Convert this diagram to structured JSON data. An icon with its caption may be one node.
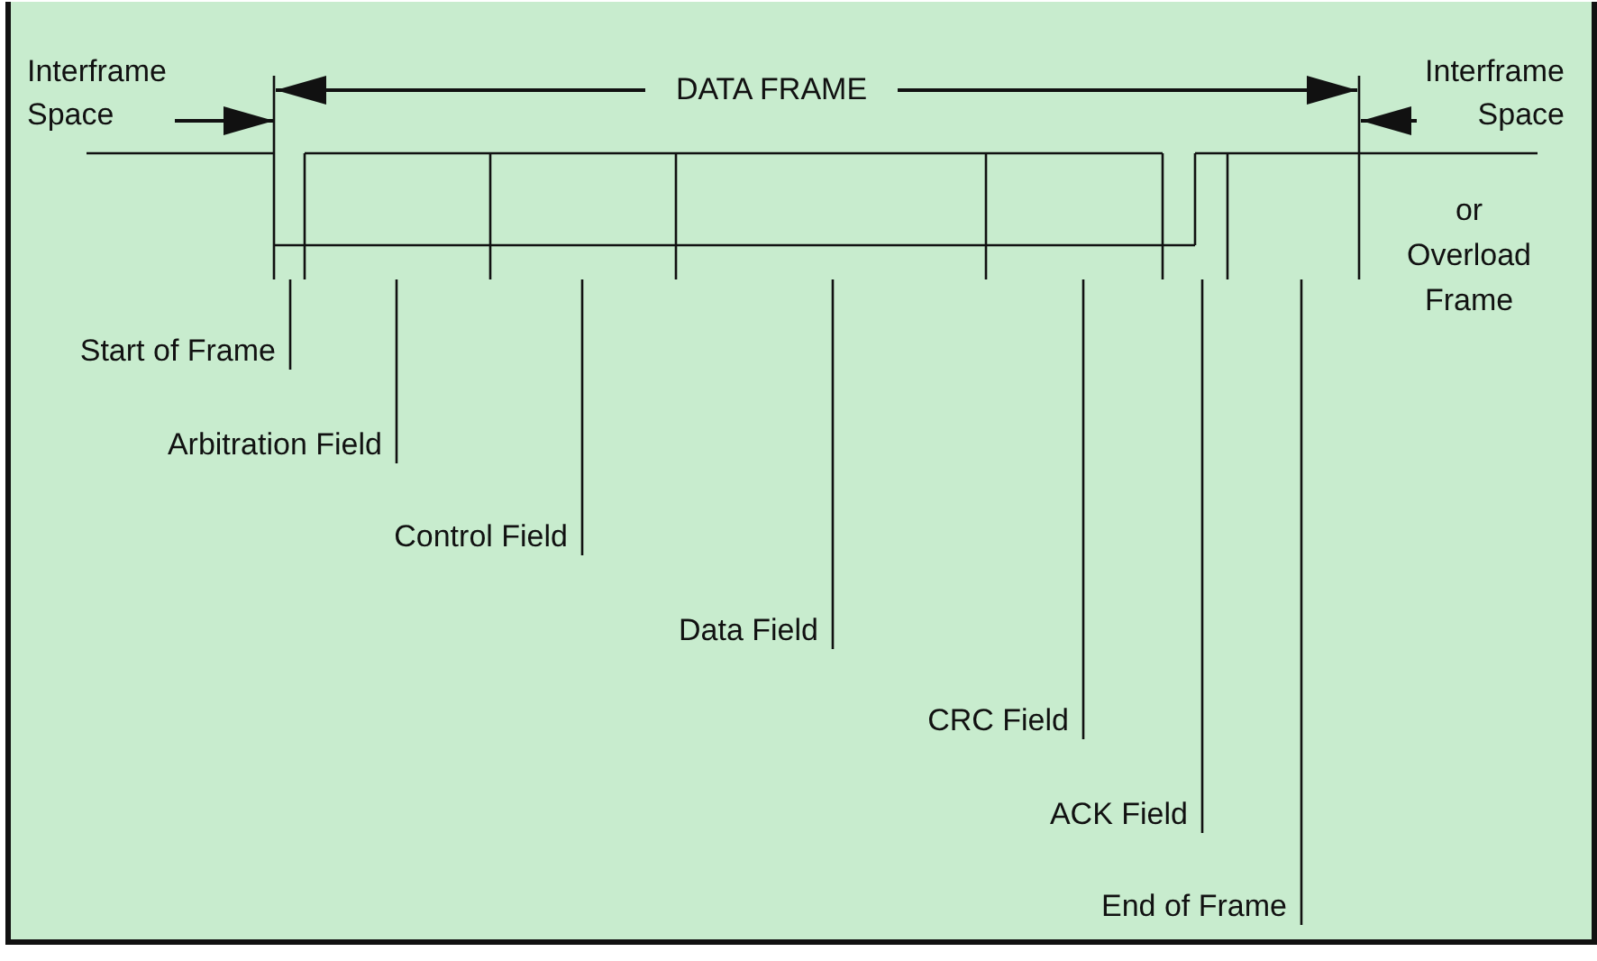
{
  "diagram": {
    "nodes": [
      {
        "text": [
          "Interframe Space"
        ]
      },
      {
        "text": [
          "DATA FRAME"
        ]
      },
      {
        "text": [
          "Interframe Space"
        ]
      },
      {
        "text": [
          "Start of Frame"
        ]
      },
      {
        "text": [
          "Arbitration Field"
        ]
      },
      {
        "text": [
          "Control Field"
        ]
      },
      {
        "text": [
          "Data Field"
        ]
      },
      {
        "text": [
          "CRC Field"
        ]
      },
      {
        "text": [
          "ACK Field"
        ]
      },
      {
        "text": [
          "End of Frame"
        ]
      }
    ],
    "edges": [
      {
        "from": 0,
        "to": null,
        "arrow": "to"
      },
      {
        "from": 1,
        "to": null,
        "arrow": "to"
      },
      {
        "from": 1,
        "to": null,
        "arrow": "to"
      },
      {
        "from": 2,
        "to": null,
        "arrow": "to"
      },
      {
        "from": 3,
        "to": null,
        "arrow": "none"
      },
      {
        "from": 4,
        "to": null,
        "arrow": "none"
      },
      {
        "from": 5,
        "to": null,
        "arrow": "none"
      },
      {
        "from": 6,
        "to": null,
        "arrow": "none"
      },
      {
        "from": 7,
        "to": null,
        "arrow": "none"
      },
      {
        "from": 8,
        "to": null,
        "arrow": "none"
      },
      {
        "from": 9,
        "to": null,
        "arrow": "none"
      }
    ],
    "labels": [
      "or Overload Frame"
    ]
  }
}
